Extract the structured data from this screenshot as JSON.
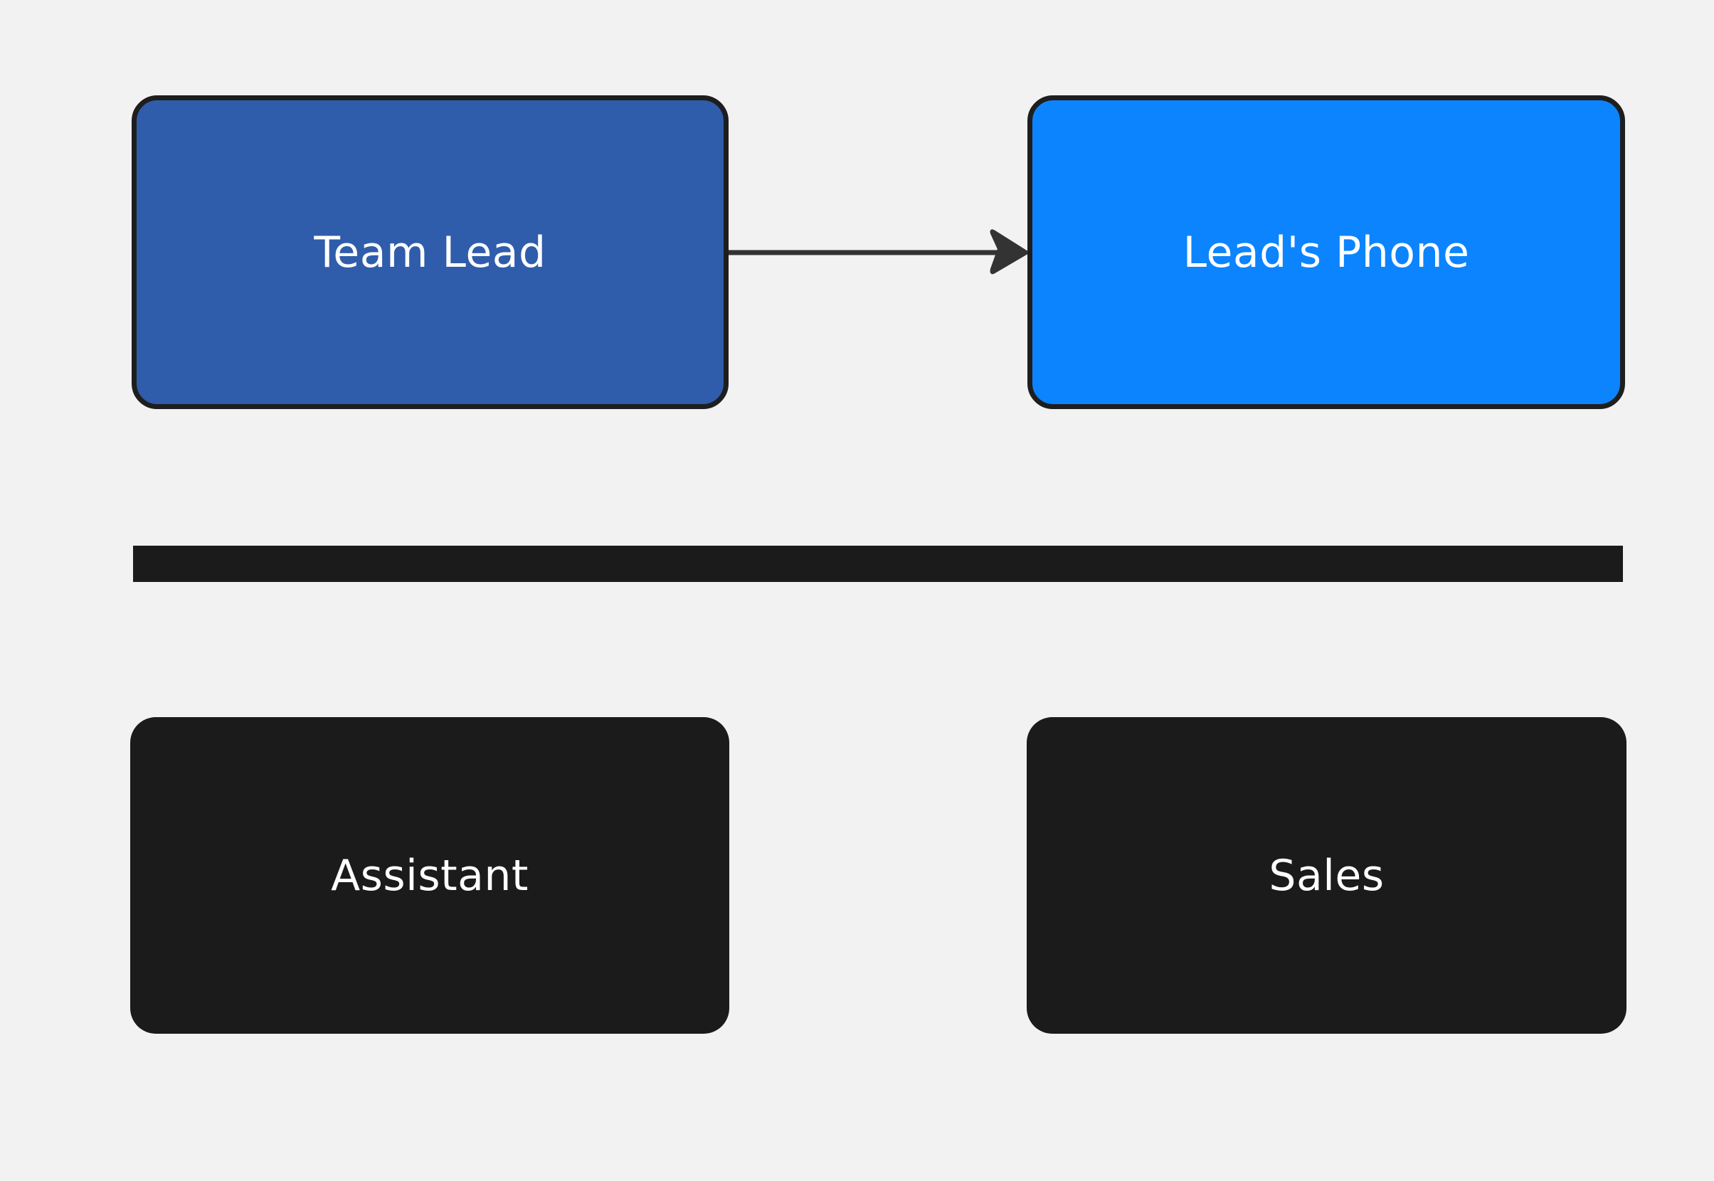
{
  "diagram": {
    "nodes": [
      {
        "id": "team-lead",
        "label": "Team Lead",
        "fill": "#2f5dab"
      },
      {
        "id": "leads-phone",
        "label": "Lead's Phone",
        "fill": "#0c84fe"
      },
      {
        "id": "assistant",
        "label": "Assistant",
        "fill": "#1b1b1b"
      },
      {
        "id": "sales",
        "label": "Sales",
        "fill": "#1b1b1b"
      }
    ],
    "edges": [
      {
        "from": "team-lead",
        "to": "leads-phone",
        "style": "solid-arrow",
        "color": "#333333"
      }
    ],
    "divider_color": "#1b1b1b",
    "background": "#f2f2f2"
  }
}
